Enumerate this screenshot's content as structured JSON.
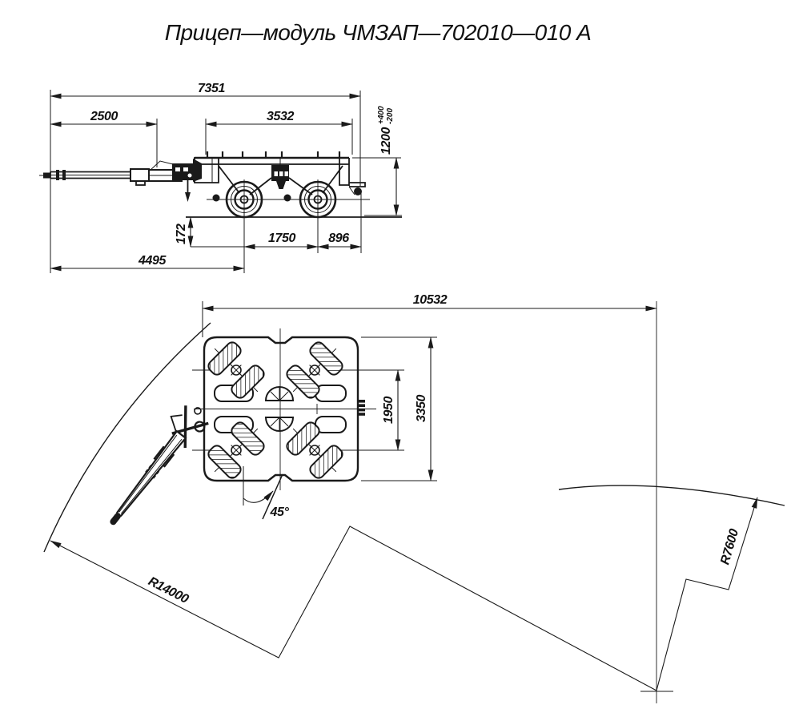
{
  "title": "Прицеп—модуль ЧМЗАП—702010—010 А",
  "side_view": {
    "overall_length": "7351",
    "drawbar_length": "2500",
    "platform_length": "3532",
    "loading_height": "1200",
    "loading_height_upper_tol": "+400",
    "loading_height_lower_tol": "-200",
    "ground_clearance": "172",
    "wheelbase": "1750",
    "rear_overhang": "896",
    "eye_to_first_axle": "4495"
  },
  "top_view": {
    "turning_length": "10532",
    "track_width": "1950",
    "overall_width": "3350",
    "wheel_steer_angle": "45°",
    "outer_turning_radius": "R14000",
    "inner_turning_radius": "R7600"
  }
}
